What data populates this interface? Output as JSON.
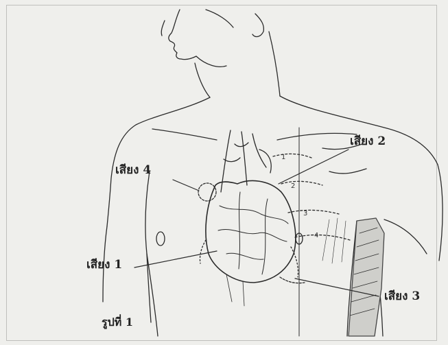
{
  "labels": {
    "sound_1": "เสียง 1",
    "sound_2": "เสียง 2",
    "sound_3": "เสียง 3",
    "sound_4": "เสียง 4",
    "caption": "รูปที่ 1"
  },
  "rib_numbers": [
    "1",
    "2",
    "3",
    "4"
  ]
}
